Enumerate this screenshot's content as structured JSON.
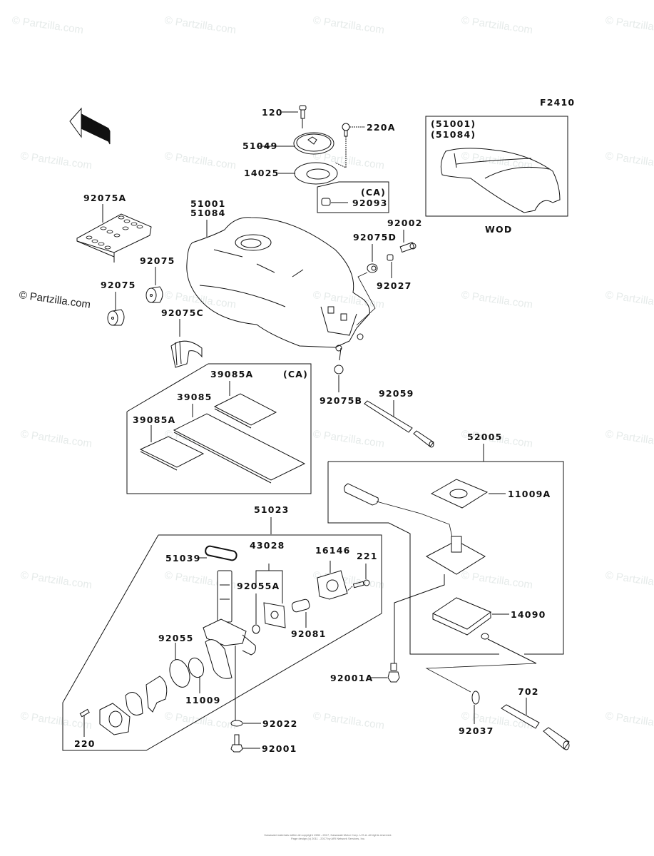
{
  "diagram": {
    "figure_code": "F2410",
    "front_arrow_text": "FRONT",
    "watermark_text": "© Partzilla.com",
    "footer_lines": [
      "Kawasaki materials within all copyright 1985 - 2017, Kawasaki Motor Corp. U.S.A. All rights reserved.",
      "Page design (c) 2011 - 2017 by ARI Network Services, Inc."
    ],
    "parts": {
      "p120": "120",
      "p220A": "220A",
      "p51049": "51049",
      "p14025": "14025",
      "ca1": "(CA)",
      "p92093": "92093",
      "wod_ref1": "(51001)",
      "wod_ref2": "(51084)",
      "wod": "WOD",
      "p92075A": "92075A",
      "tank1": "51001",
      "tank2": "51084",
      "p92075_a": "92075",
      "p92075_b": "92075",
      "p92075C": "92075C",
      "p92075D": "92075D",
      "p92002": "92002",
      "p92027": "92027",
      "p39085A_top": "39085A",
      "ca2": "(CA)",
      "p39085": "39085",
      "p39085A_left": "39085A",
      "p92075B": "92075B",
      "p92059": "92059",
      "p52005": "52005",
      "p11009A": "11009A",
      "p14090": "14090",
      "p51023": "51023",
      "p51039": "51039",
      "p43028": "43028",
      "p16146": "16146",
      "p221": "221",
      "p92055A": "92055A",
      "p92081": "92081",
      "p92055": "92055",
      "p11009": "11009",
      "p220": "220",
      "p92022": "92022",
      "p92001": "92001",
      "p92001A": "92001A",
      "p702": "702",
      "p92037": "92037"
    }
  }
}
